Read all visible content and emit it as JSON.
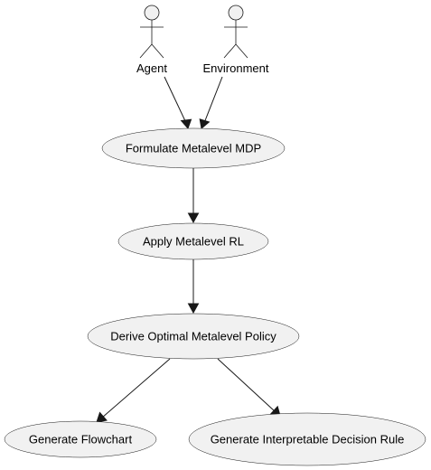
{
  "diagram": {
    "actors": [
      {
        "id": "agent",
        "label": "Agent"
      },
      {
        "id": "environment",
        "label": "Environment"
      }
    ],
    "use_cases": [
      {
        "id": "formulate",
        "label": "Formulate Metalevel MDP"
      },
      {
        "id": "apply",
        "label": "Apply Metalevel RL"
      },
      {
        "id": "derive",
        "label": "Derive Optimal Metalevel Policy"
      },
      {
        "id": "flowchart",
        "label": "Generate Flowchart"
      },
      {
        "id": "rule",
        "label": "Generate Interpretable Decision Rule"
      }
    ],
    "edges": [
      {
        "from": "agent",
        "to": "formulate"
      },
      {
        "from": "environment",
        "to": "formulate"
      },
      {
        "from": "formulate",
        "to": "apply"
      },
      {
        "from": "apply",
        "to": "derive"
      },
      {
        "from": "derive",
        "to": "flowchart"
      },
      {
        "from": "derive",
        "to": "rule"
      }
    ]
  }
}
